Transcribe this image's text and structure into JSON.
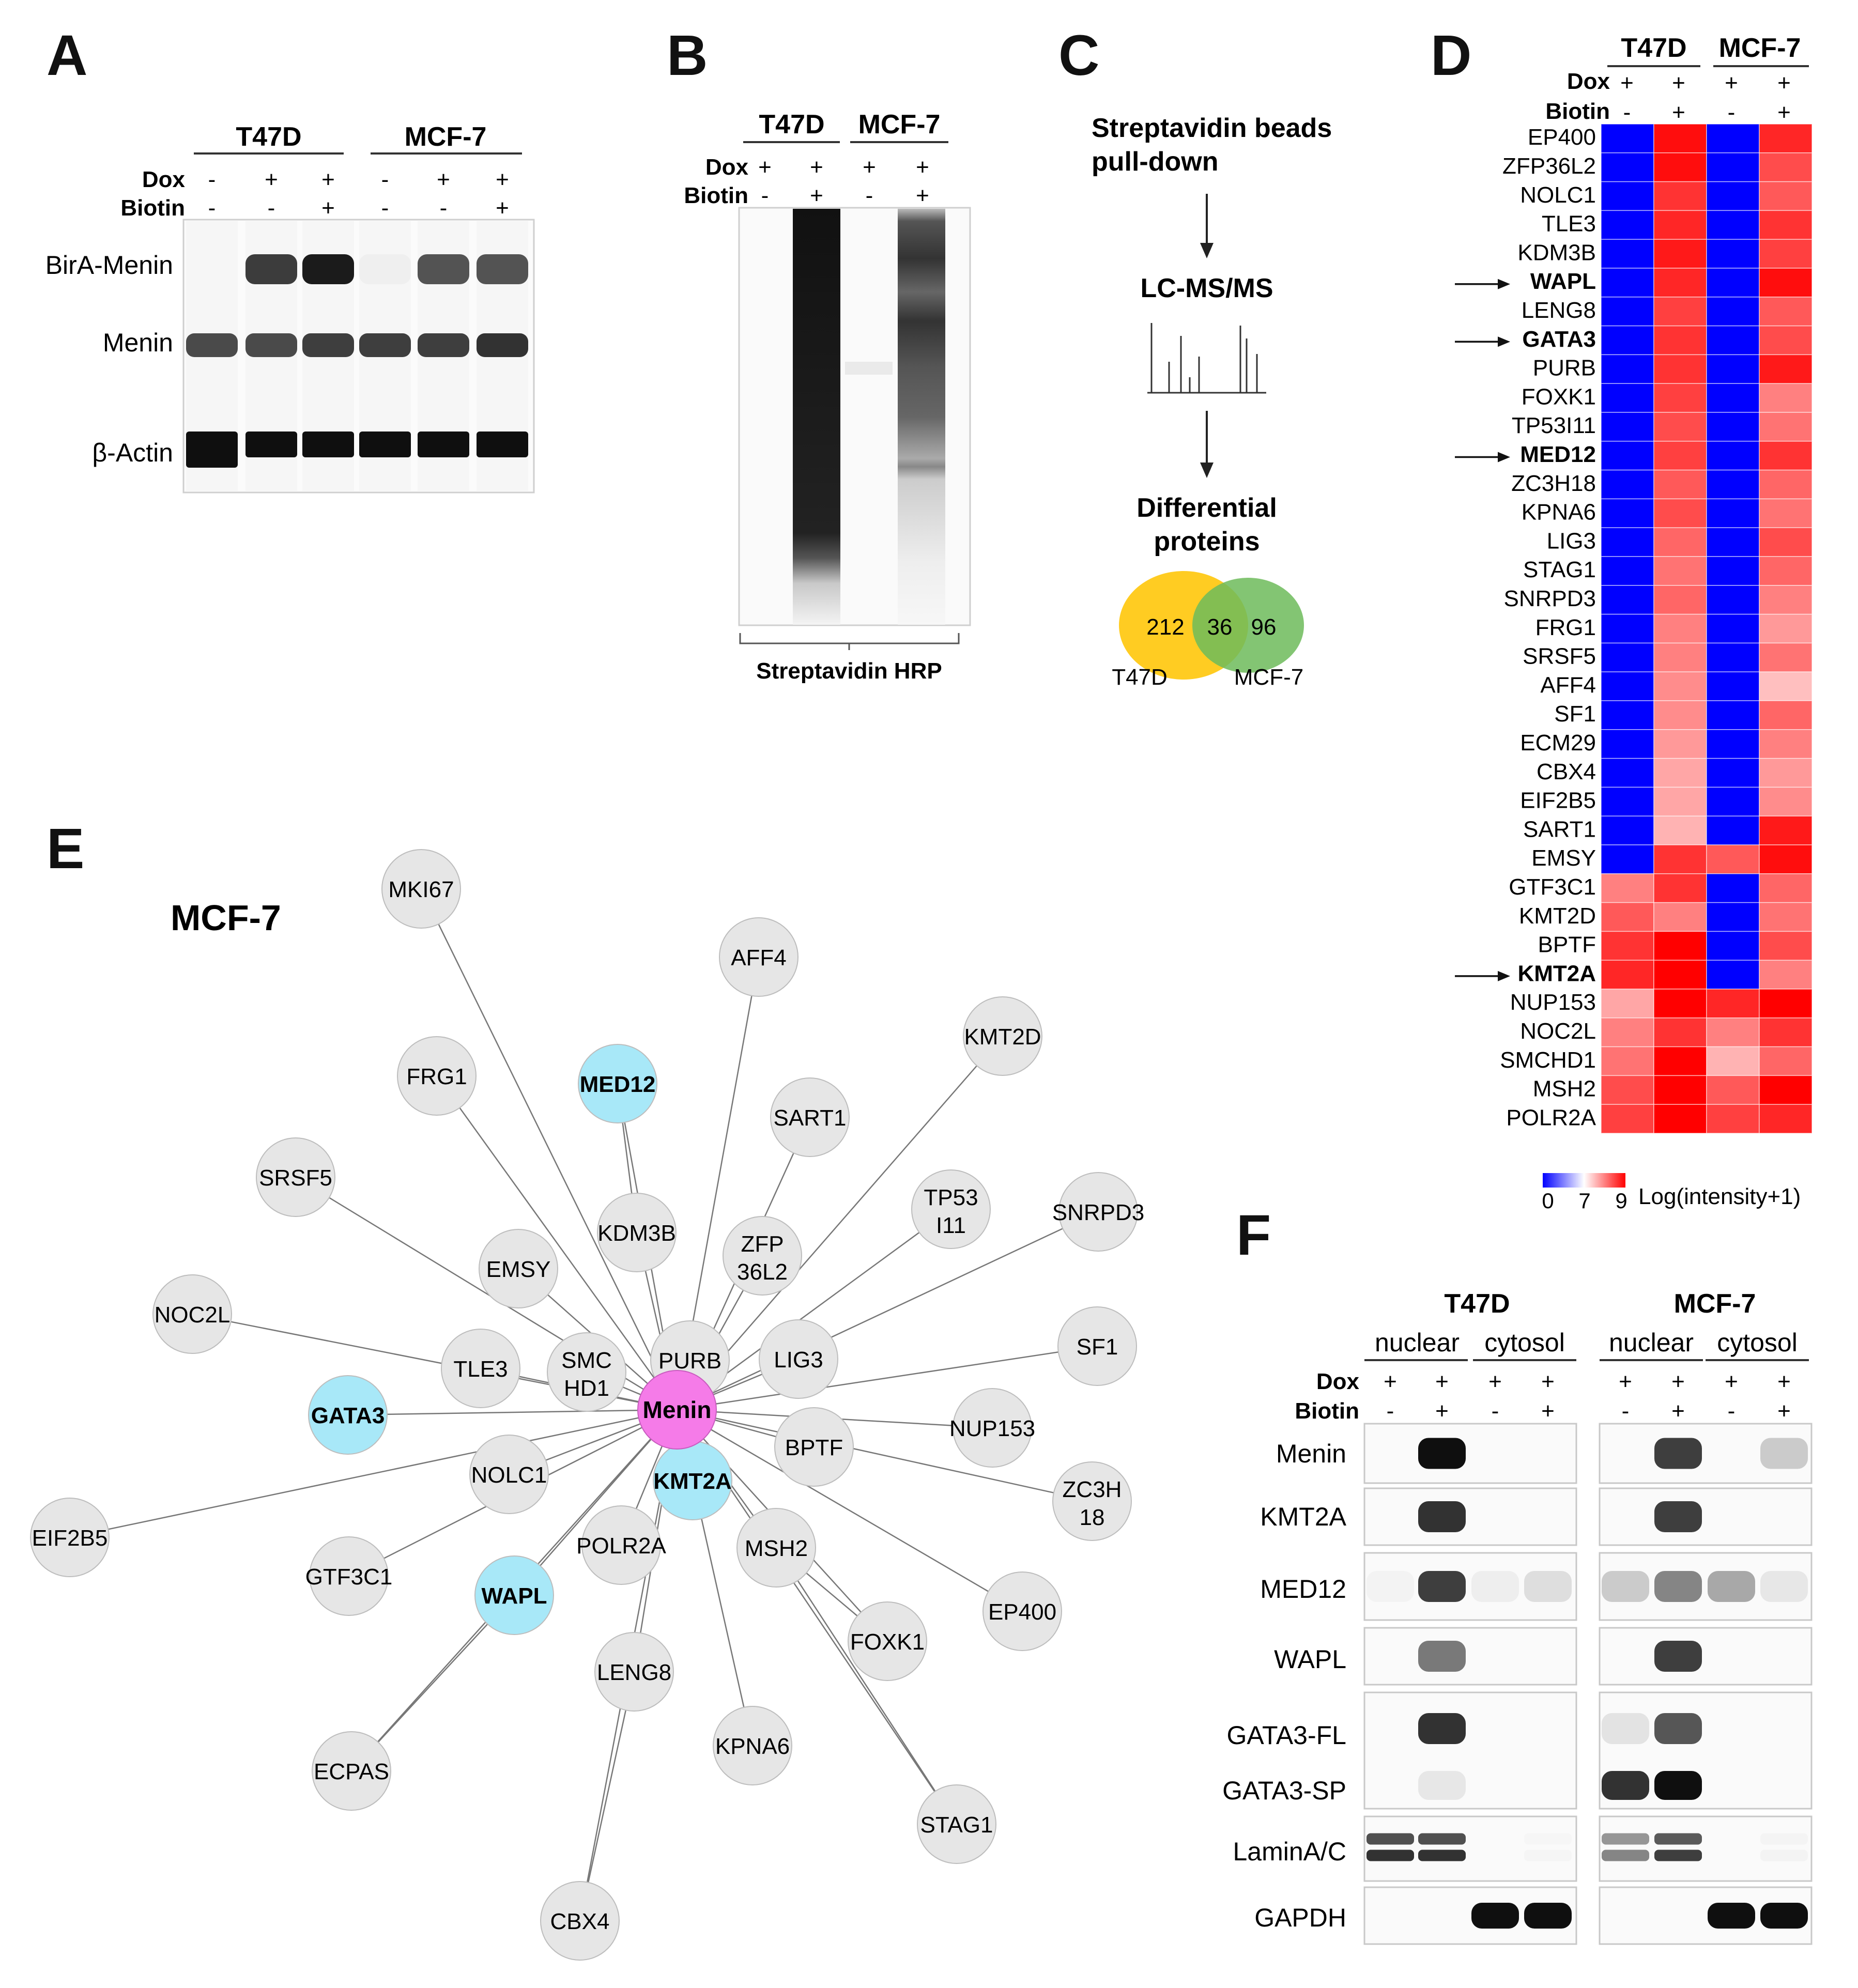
{
  "panels": {
    "A": "A",
    "B": "B",
    "C": "C",
    "D": "D",
    "E": "E",
    "F": "F"
  },
  "conditions": {
    "dox": "Dox",
    "biotin": "Biotin",
    "plus": "+",
    "minus": "-"
  },
  "cells": {
    "t47d": "T47D",
    "mcf7": "MCF-7"
  },
  "panelA": {
    "labels": [
      "BirA-Menin",
      "Menin",
      "β-Actin"
    ],
    "dox": [
      "-",
      "+",
      "+",
      "-",
      "+",
      "+"
    ],
    "biotin": [
      "-",
      "-",
      "+",
      "-",
      "-",
      "+"
    ],
    "bands": {
      "birA": [
        0.02,
        0.85,
        1.0,
        0.05,
        0.75,
        0.75
      ],
      "menin": [
        0.75,
        0.75,
        0.8,
        0.8,
        0.8,
        0.85
      ],
      "actin": [
        1.0,
        1.0,
        1.0,
        1.0,
        1.0,
        1.0
      ]
    }
  },
  "panelB": {
    "dox": [
      "+",
      "+",
      "+",
      "+"
    ],
    "biotin": [
      "-",
      "+",
      "-",
      "+"
    ],
    "footer": "Streptavidin HRP"
  },
  "panelC": {
    "step1_line1": "Streptavidin beads",
    "step1_line2": "pull-down",
    "step2": "LC-MS/MS",
    "step3_line1": "Differential",
    "step3_line2": "proteins",
    "venn": {
      "t47d_only": "212",
      "shared": "36",
      "mcf7_only": "96",
      "t47d_label": "T47D",
      "mcf7_label": "MCF-7",
      "t47d_color": "#FFCC22",
      "mcf7_color": "#6DBB5A"
    }
  },
  "panelD": {
    "dox": [
      "+",
      "+",
      "+",
      "+"
    ],
    "biotin": [
      "-",
      "+",
      "-",
      "+"
    ],
    "genes": [
      "EP400",
      "ZFP36L2",
      "NOLC1",
      "TLE3",
      "KDM3B",
      "WAPL",
      "LENG8",
      "GATA3",
      "PURB",
      "FOXK1",
      "TP53I11",
      "MED12",
      "ZC3H18",
      "KPNA6",
      "LIG3",
      "STAG1",
      "SNRPD3",
      "FRG1",
      "SRSF5",
      "AFF4",
      "SF1",
      "ECM29",
      "CBX4",
      "EIF2B5",
      "SART1",
      "EMSY",
      "GTF3C1",
      "KMT2D",
      "BPTF",
      "KMT2A",
      "NUP153",
      "NOC2L",
      "SMCHD1",
      "MSH2",
      "POLR2A"
    ],
    "bold_genes": [
      "WAPL",
      "GATA3",
      "MED12",
      "KMT2A"
    ],
    "values": [
      [
        0,
        8.9,
        0,
        8.7
      ],
      [
        0,
        8.9,
        0,
        8.4
      ],
      [
        0,
        8.6,
        0,
        8.3
      ],
      [
        0,
        8.7,
        0,
        8.6
      ],
      [
        0,
        8.8,
        0,
        8.5
      ],
      [
        0,
        8.7,
        0,
        8.9
      ],
      [
        0,
        8.5,
        0,
        8.3
      ],
      [
        0,
        8.6,
        0,
        8.4
      ],
      [
        0,
        8.6,
        0,
        8.8
      ],
      [
        0,
        8.5,
        0,
        8.0
      ],
      [
        0,
        8.4,
        0,
        8.1
      ],
      [
        0,
        8.5,
        0,
        8.6
      ],
      [
        0,
        8.3,
        0,
        8.2
      ],
      [
        0,
        8.4,
        0,
        8.1
      ],
      [
        0,
        8.2,
        0,
        8.4
      ],
      [
        0,
        8.1,
        0,
        8.2
      ],
      [
        0,
        8.2,
        0,
        8.0
      ],
      [
        0,
        8.0,
        0,
        7.8
      ],
      [
        0,
        8.0,
        0,
        8.1
      ],
      [
        0,
        7.9,
        0,
        7.5
      ],
      [
        0,
        7.9,
        0,
        8.2
      ],
      [
        0,
        7.8,
        0,
        8.0
      ],
      [
        0,
        7.7,
        0,
        7.8
      ],
      [
        0,
        7.7,
        0,
        7.9
      ],
      [
        0,
        7.6,
        0,
        8.8
      ],
      [
        0,
        8.6,
        8.3,
        8.9
      ],
      [
        8.0,
        8.6,
        0,
        8.2
      ],
      [
        8.3,
        8.0,
        0,
        8.1
      ],
      [
        8.6,
        9.0,
        0,
        8.4
      ],
      [
        8.7,
        9.0,
        0,
        8.0
      ],
      [
        7.7,
        9.0,
        8.7,
        9.0
      ],
      [
        8.0,
        8.6,
        8.0,
        8.6
      ],
      [
        8.1,
        9.0,
        7.6,
        8.2
      ],
      [
        8.4,
        9.0,
        8.3,
        9.0
      ],
      [
        8.5,
        9.0,
        8.5,
        8.7
      ]
    ],
    "legend": {
      "title": "Log(intensity+1)",
      "ticks": [
        "0",
        "7",
        "9"
      ],
      "min": 0,
      "mid": 7,
      "max": 9
    }
  },
  "panelE": {
    "title": "MCF-7",
    "center": "Menin",
    "nodes": [
      {
        "line1": "MKI67"
      },
      {
        "line1": "AFF4"
      },
      {
        "line1": "KMT2D"
      },
      {
        "line1": "FRG1"
      },
      {
        "line1": "MED12",
        "kind": "highlight"
      },
      {
        "line1": "SART1"
      },
      {
        "line1": "SRSF5"
      },
      {
        "line1": "TP53",
        "line2": "I11"
      },
      {
        "line1": "SNRPD3"
      },
      {
        "line1": "KDM3B"
      },
      {
        "line1": "ZFP",
        "line2": "36L2"
      },
      {
        "line1": "EMSY"
      },
      {
        "line1": "NOC2L"
      },
      {
        "line1": "SF1"
      },
      {
        "line1": "TLE3"
      },
      {
        "line1": "SMC",
        "line2": "HD1"
      },
      {
        "line1": "PURB"
      },
      {
        "line1": "LIG3"
      },
      {
        "line1": "GATA3",
        "kind": "highlight"
      },
      {
        "line1": "NUP153"
      },
      {
        "line1": "BPTF"
      },
      {
        "line1": "NOLC1"
      },
      {
        "line1": "KMT2A",
        "kind": "highlight"
      },
      {
        "line1": "ZC3H",
        "line2": "18"
      },
      {
        "line1": "EIF2B5"
      },
      {
        "line1": "GTF3C1"
      },
      {
        "line1": "POLR2A"
      },
      {
        "line1": "MSH2"
      },
      {
        "line1": "WAPL",
        "kind": "highlight"
      },
      {
        "line1": "EP400"
      },
      {
        "line1": "FOXK1"
      },
      {
        "line1": "LENG8"
      },
      {
        "line1": "ECPAS"
      },
      {
        "line1": "KPNA6"
      },
      {
        "line1": "STAG1"
      },
      {
        "line1": "CBX4"
      }
    ],
    "colors": {
      "node": "#E6E6E6",
      "highlight": "#A8E8F8",
      "center": "#F57BE8"
    }
  },
  "panelF": {
    "fractions": {
      "nuclear": "nuclear",
      "cytosol": "cytosol"
    },
    "dox": [
      "+",
      "+",
      "+",
      "+",
      "+",
      "+",
      "+",
      "+"
    ],
    "biotin": [
      "-",
      "+",
      "-",
      "+",
      "-",
      "+",
      "-",
      "+"
    ],
    "rows": [
      "Menin",
      "KMT2A",
      "MED12",
      "WAPL",
      "GATA3-FL",
      "GATA3-SP",
      "LaminA/C",
      "GAPDH"
    ],
    "intensities": {
      "Menin": [
        0,
        1.0,
        0,
        0,
        0,
        0.8,
        0,
        0.2
      ],
      "KMT2A": [
        0,
        0.85,
        0,
        0,
        0,
        0.8,
        0,
        0
      ],
      "MED12": [
        0.03,
        0.8,
        0.05,
        0.12,
        0.2,
        0.5,
        0.35,
        0.08
      ],
      "WAPL": [
        0,
        0.55,
        0,
        0,
        0,
        0.8,
        0,
        0
      ],
      "GATA3-FL": [
        0,
        0.85,
        0,
        0,
        0.1,
        0.7,
        0,
        0
      ],
      "GATA3-SP": [
        0,
        0.08,
        0,
        0,
        0.85,
        1.0,
        0,
        0
      ],
      "LaminA/C": [
        0.85,
        0.85,
        0,
        0.02,
        0.5,
        0.8,
        0,
        0.03
      ],
      "GAPDH": [
        0,
        0,
        1.0,
        1.0,
        0,
        0,
        1.0,
        1.0
      ]
    }
  }
}
